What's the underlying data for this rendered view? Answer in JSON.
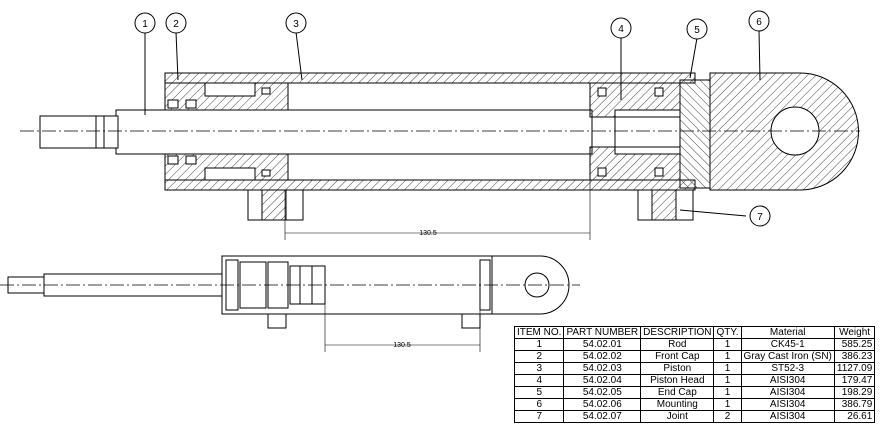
{
  "balloons": [
    "1",
    "2",
    "3",
    "4",
    "5",
    "6",
    "7"
  ],
  "dimensions": {
    "section_stroke": "130.5",
    "side_stroke": "130.5"
  },
  "bom": {
    "headers": [
      "ITEM NO.",
      "PART NUMBER",
      "DESCRIPTION",
      "QTY.",
      "Material",
      "Weight"
    ],
    "rows": [
      [
        "1",
        "54.02.01",
        "Rod",
        "1",
        "CK45-1",
        "585.25"
      ],
      [
        "2",
        "54.02.02",
        "Front Cap",
        "1",
        "Gray Cast Iron (SN)",
        "386.23"
      ],
      [
        "3",
        "54.02.03",
        "Piston",
        "1",
        "ST52-3",
        "1127.09"
      ],
      [
        "4",
        "54.02.04",
        "Piston Head",
        "1",
        "AISI304",
        "179.47"
      ],
      [
        "5",
        "54.02.05",
        "End Cap",
        "1",
        "AISI304",
        "198.29"
      ],
      [
        "6",
        "54.02.06",
        "Mounting",
        "1",
        "AISI304",
        "386.79"
      ],
      [
        "7",
        "54.02.07",
        "Joint",
        "2",
        "AISI304",
        "26.61"
      ]
    ]
  },
  "colors": {
    "line": "#000000",
    "hatch": "#555555",
    "background": "#ffffff"
  }
}
